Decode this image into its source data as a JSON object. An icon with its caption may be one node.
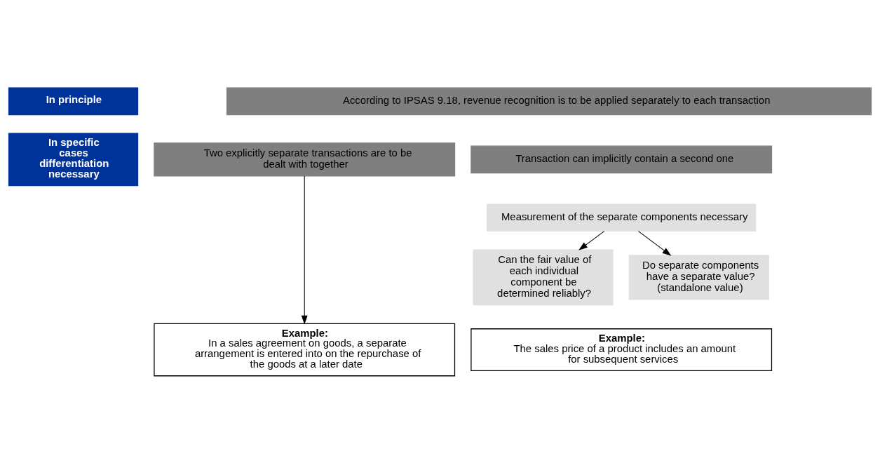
{
  "diagram": {
    "nodes": [
      {
        "text": [
          "In principle"
        ]
      },
      {
        "text": [
          "According to IPSAS 9.18, revenue recognition is to be applied separately to each transaction"
        ]
      },
      {
        "text": [
          "In specific cases differentiation necessary"
        ]
      },
      {
        "text": [
          "Two explicitly separate transactions are to be dealt with together"
        ]
      },
      {
        "text": [
          "Transaction can implicitly contain a second one"
        ]
      },
      {
        "text": [
          "Measurement of the separate components necessary"
        ]
      },
      {
        "text": [
          "Can the fair value of each individual component be determined reliably?"
        ]
      },
      {
        "text": [
          "Do separate components have a separate value? (standalone value)"
        ]
      },
      {
        "text": [
          "Example:",
          "In a sales agreement on goods, a separate arrangement is entered into on the repurchase of the goods at a later date"
        ]
      },
      {
        "text": [
          "Example:",
          "The sales price of a product includes an amount for subsequent services"
        ]
      }
    ],
    "edges": [
      {
        "from": 3,
        "to": 8,
        "arrow": "to"
      },
      {
        "from": 5,
        "to": 6,
        "arrow": "to"
      },
      {
        "from": 5,
        "to": 7,
        "arrow": "to"
      }
    ]
  }
}
